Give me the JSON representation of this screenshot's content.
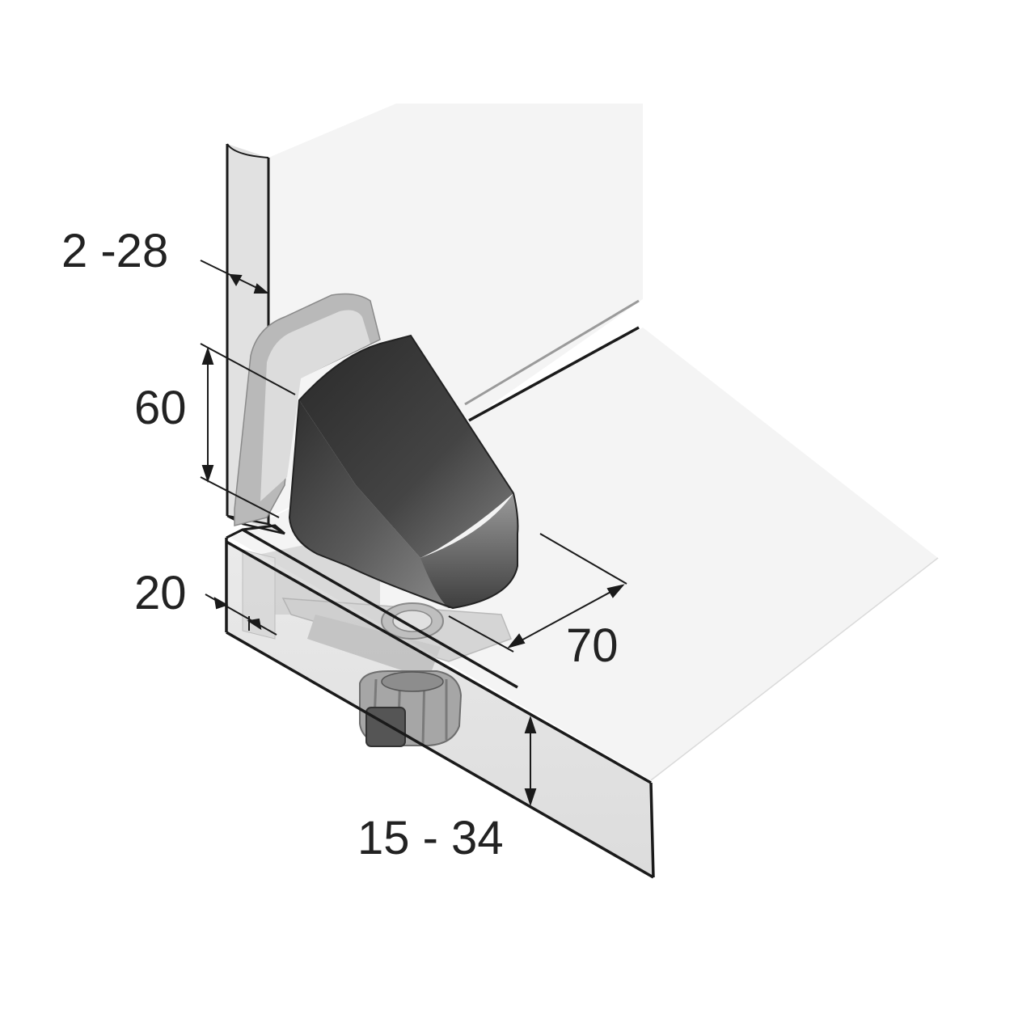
{
  "dimensions": {
    "glass_thickness": "2 -28",
    "height": "60",
    "edge_distance": "20",
    "depth": "70",
    "board_thickness": "15 - 34"
  },
  "colors": {
    "line": "#1a1a1a",
    "panel_light": "#f4f4f4",
    "panel_edge": "#e2e2e2",
    "glass": "#d9d9d9",
    "clamp_dark": "#3a3a3a",
    "clamp_mid": "#7a7a7a",
    "clamp_light": "#a8a8a8",
    "ghost": "#c8c8c8"
  }
}
